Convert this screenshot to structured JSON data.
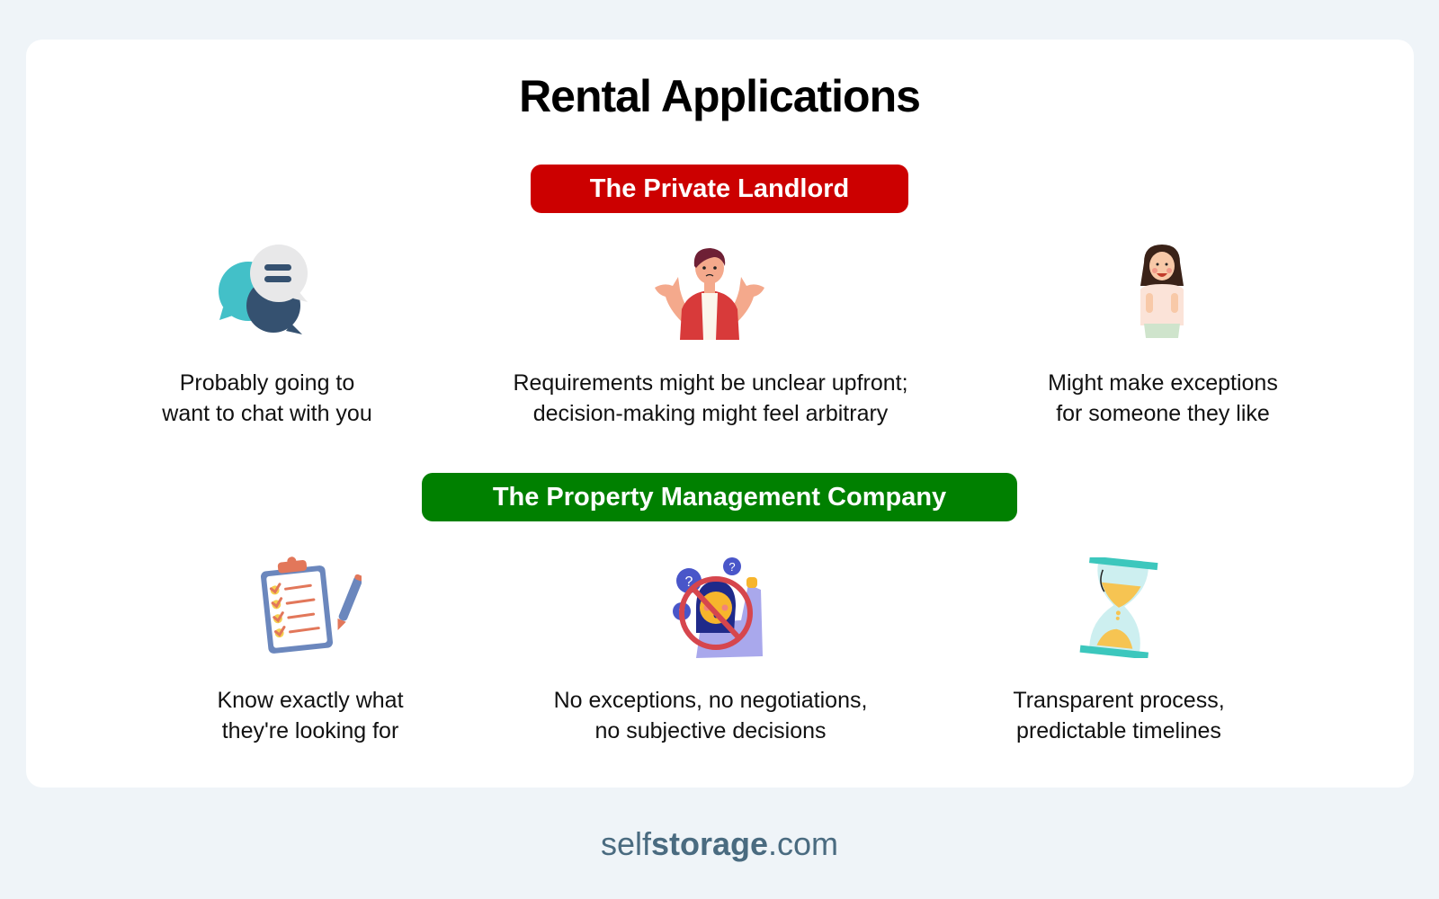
{
  "title": "Rental Applications",
  "sections": [
    {
      "label": "The Private Landlord",
      "color": "#cc0000",
      "items": [
        {
          "icon": "chat-bubbles-icon",
          "lines": [
            "Probably going to",
            "want to chat with you"
          ]
        },
        {
          "icon": "shrugging-man-icon",
          "lines": [
            "Requirements might be unclear upfront;",
            "decision-making might feel arbitrary"
          ]
        },
        {
          "icon": "thumbs-up-woman-icon",
          "lines": [
            "Might make exceptions",
            "for someone they like"
          ]
        }
      ]
    },
    {
      "label": "The Property Management Company",
      "color": "#008000",
      "items": [
        {
          "icon": "clipboard-checklist-icon",
          "lines": [
            "Know exactly what",
            "they're looking for"
          ]
        },
        {
          "icon": "no-questions-woman-icon",
          "lines": [
            "No exceptions, no negotiations,",
            "no subjective decisions"
          ]
        },
        {
          "icon": "hourglass-icon",
          "lines": [
            "Transparent process,",
            "predictable timelines"
          ]
        }
      ]
    }
  ],
  "footer": {
    "prefix": "self",
    "bold": "storage",
    "suffix": ".com"
  }
}
